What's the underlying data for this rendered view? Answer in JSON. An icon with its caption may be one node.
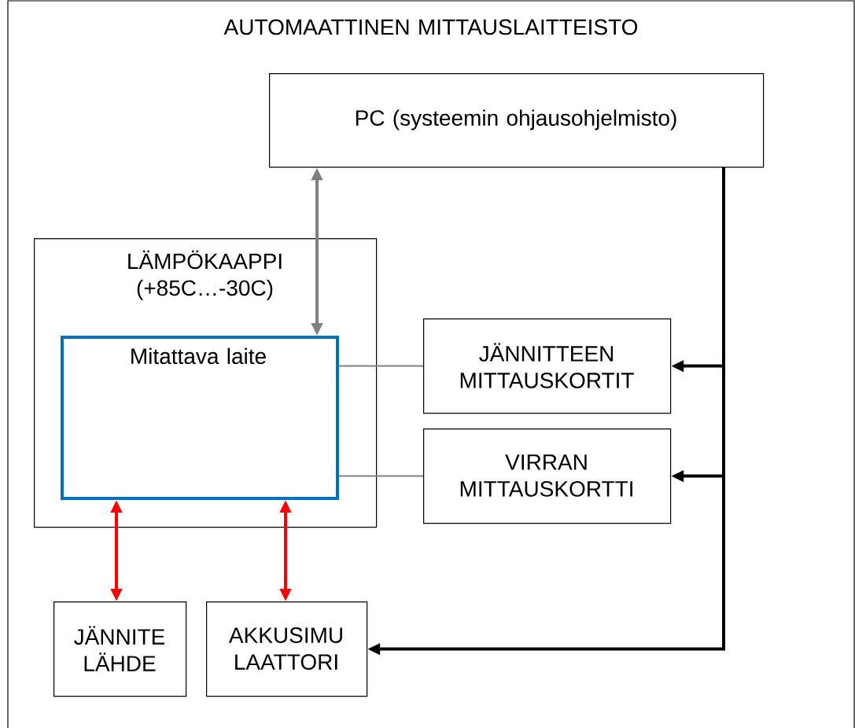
{
  "diagram": {
    "nodes": [
      {
        "text": [
          "AUTOMAATTINEN MITTAUSLAITTEISTO"
        ]
      },
      {
        "text": [
          "PC (systeemin ohjausohjelmisto)"
        ],
        "in": 0
      },
      {
        "text": [
          "LÄMPÖKAAPPI (+85C…-30C)"
        ],
        "in": 0
      },
      {
        "text": [
          "Mitattava laite"
        ],
        "in": 2
      },
      {
        "text": [
          "JÄNNITTEEN MITTAUSKORTIT"
        ],
        "in": 0
      },
      {
        "text": [
          "VIRRAN MITTAUSKORTTI"
        ],
        "in": 0
      },
      {
        "text": [
          "JÄNNITE LÄHDE"
        ],
        "in": 0
      },
      {
        "text": [
          "AKKUSIMU LAATTORI"
        ],
        "in": 0
      }
    ],
    "edges": [
      {
        "from": 1,
        "to": 3,
        "arrow": "both",
        "color": "#808080"
      },
      {
        "from": 3,
        "to": 4,
        "arrow": "none",
        "color": "#808080"
      },
      {
        "from": 3,
        "to": 5,
        "arrow": "none",
        "color": "#808080"
      },
      {
        "from": 6,
        "to": 3,
        "arrow": "both",
        "color": "#ff0000"
      },
      {
        "from": 7,
        "to": 3,
        "arrow": "both",
        "color": "#ff0000"
      },
      {
        "from": 1,
        "to": 4,
        "arrow": "to",
        "color": "#000000"
      },
      {
        "from": 1,
        "to": 5,
        "arrow": "to",
        "color": "#000000"
      },
      {
        "from": 1,
        "to": 7,
        "arrow": "to",
        "color": "#000000"
      }
    ]
  }
}
